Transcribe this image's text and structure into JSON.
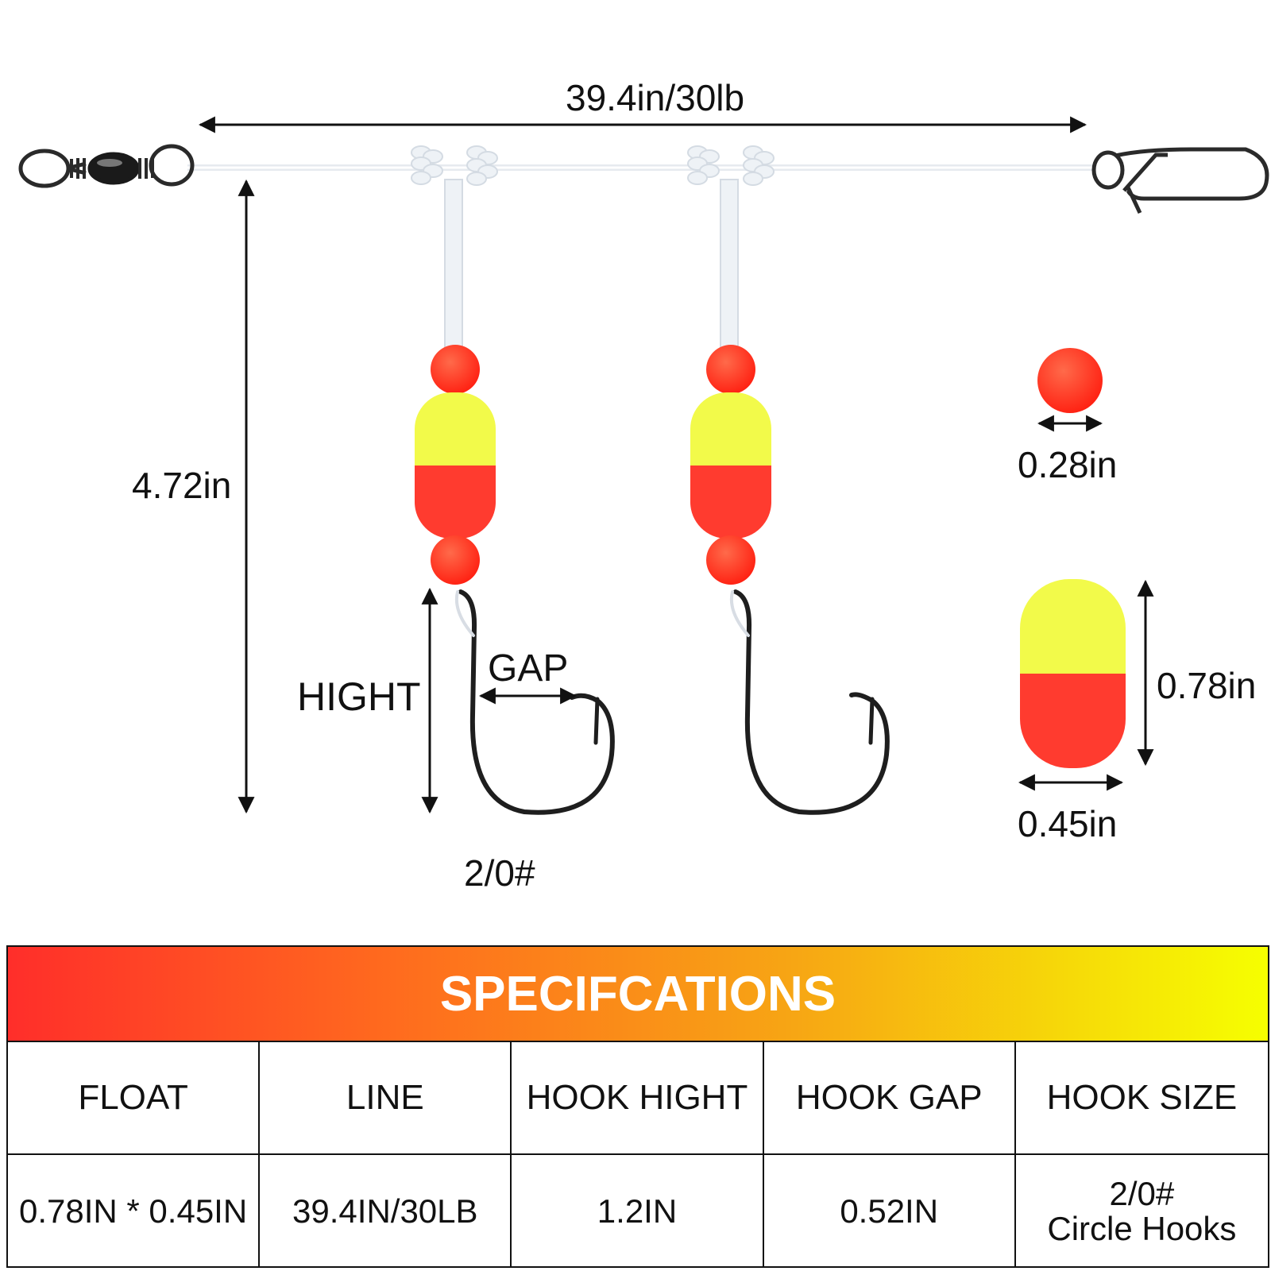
{
  "dims": {
    "line_length": "39.4in/30lb",
    "rig_height": "4.72in",
    "hook_height_label": "HIGHT",
    "hook_gap_label": "GAP",
    "hook_size": "2/0#",
    "bead_diameter": "0.28in",
    "float_length": "0.78in",
    "float_width": "0.45in"
  },
  "spec": {
    "title": "SPECIFCATIONS",
    "headers": [
      "FLOAT",
      "LINE",
      "HOOK HIGHT",
      "HOOK GAP",
      "HOOK SIZE"
    ],
    "values": [
      "0.78IN * 0.45IN",
      "39.4IN/30LB",
      "1.2IN",
      "0.52IN",
      "2/0#\nCircle Hooks"
    ]
  },
  "colors": {
    "float_top": "#f2fa4a",
    "float_bottom": "#ff3b2f",
    "bead": "#ff2a1a",
    "header_gradient_start": "#ff2e2a",
    "header_gradient_end": "#f6ff00",
    "hook": "#1e1e1e"
  }
}
